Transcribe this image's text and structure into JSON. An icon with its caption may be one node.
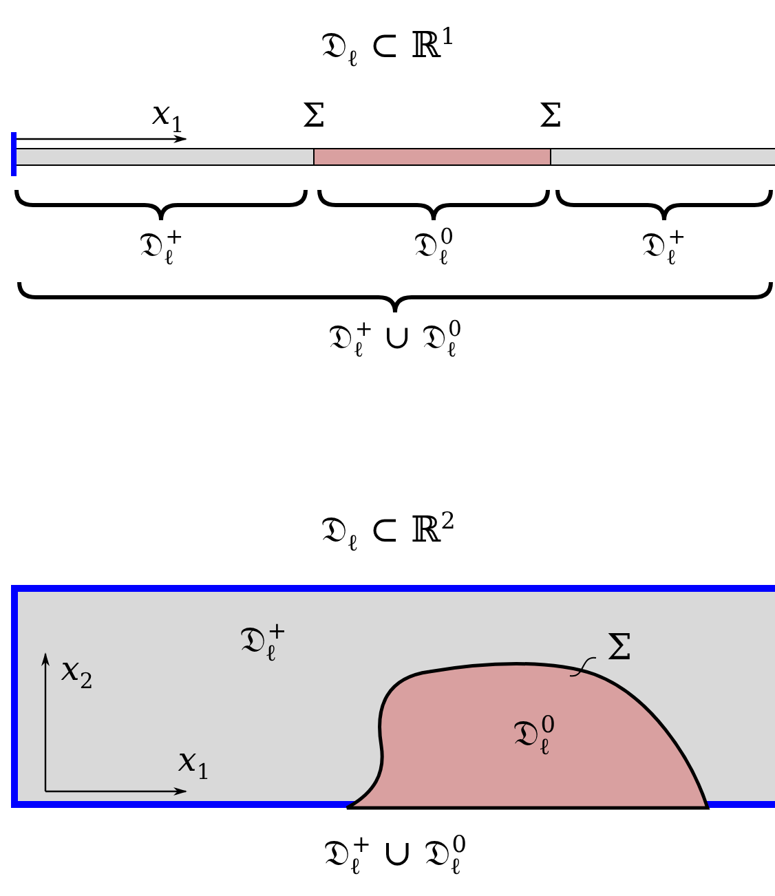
{
  "diagram": {
    "nodes": [
      {
        "text": [
          "𝔇$_{ℓ}$$^{+}$"
        ]
      },
      {
        "text": [
          "𝔇$_{ℓ}$$^{0}$"
        ],
        "in": 0
      },
      {
        "text": [
          "Σ"
        ],
        "in": 0
      }
    ],
    "edges": [
      {
        "from": 2,
        "to": 1,
        "arrow": "none"
      }
    ],
    "labels": [
      "𝔇$_{ℓ}$ ⊂ ℝ$^{1}$",
      "*x*$_{1}$",
      "Σ",
      "Σ",
      "𝔇$_{ℓ}$$^{+}$",
      "𝔇$_{ℓ}$$^{0}$",
      "𝔇$_{ℓ}$$^{+}$",
      "𝔇$_{ℓ}$$^{+}$ ∪ 𝔇$_{ℓ}$$^{0}$",
      "𝔇$_{ℓ}$ ⊂ ℝ$^{2}$",
      "*x*$_{2}$",
      "*x*$_{1}$",
      "𝔇$_{ℓ}$$^{+}$ ∪ 𝔇$_{ℓ}$$^{0}$"
    ]
  }
}
